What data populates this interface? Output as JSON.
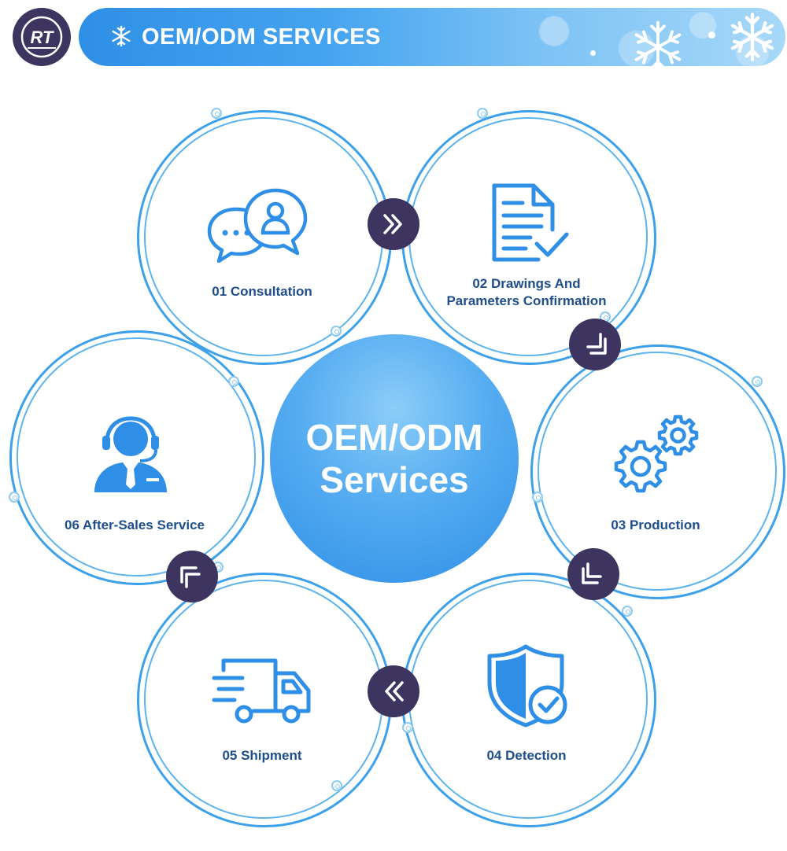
{
  "header": {
    "title": "OEM/ODM SERVICES",
    "logo_text": "RT"
  },
  "center": {
    "line1": "OEM/ODM",
    "line2": "Services"
  },
  "steps": [
    {
      "label": "01 Consultation",
      "icon": "chat-bubbles-icon"
    },
    {
      "label_line1": "02 Drawings And",
      "label_line2": "Parameters Confirmation",
      "icon": "document-check-icon"
    },
    {
      "label": "03 Production",
      "icon": "gears-icon"
    },
    {
      "label": "04 Detection",
      "icon": "shield-check-icon"
    },
    {
      "label": "05 Shipment",
      "icon": "delivery-truck-icon"
    },
    {
      "label": "06 After-Sales Service",
      "icon": "customer-support-icon"
    }
  ],
  "colors": {
    "accent_blue": "#2f8fe6",
    "label_blue": "#1e4e8c",
    "arrow_badge": "#3d3560"
  }
}
